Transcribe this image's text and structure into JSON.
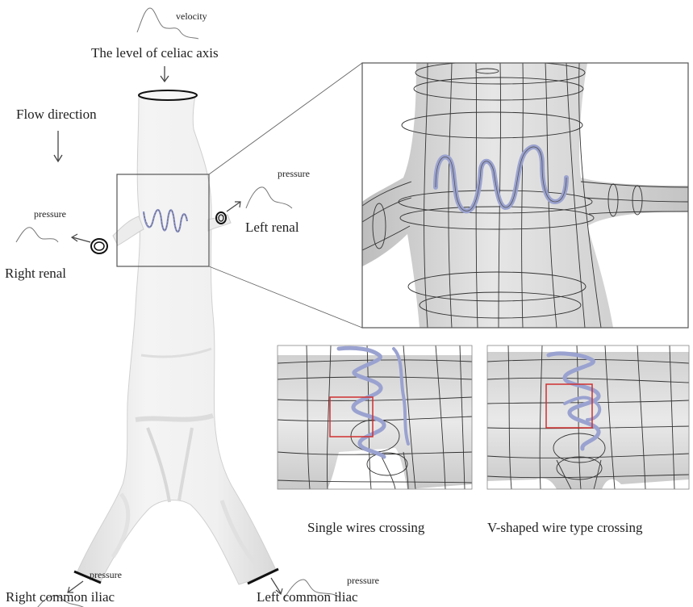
{
  "labels": {
    "velocity": "velocity",
    "celiac_level": "The level of celiac axis",
    "flow_direction": "Flow direction",
    "pressure_left_renal": "pressure",
    "left_renal": "Left renal",
    "pressure_right_renal": "pressure",
    "right_renal": "Right renal",
    "pressure_right_iliac": "pressure",
    "pressure_left_iliac": "pressure",
    "right_common_iliac": "Right common iliac",
    "left_common_iliac": "Left common iliac",
    "single_wires": "Single wires crossing",
    "v_shaped": "V-shaped wire type crossing"
  },
  "colors": {
    "vessel_fill": "#eeeeee",
    "vessel_shade": "#d4d4d4",
    "mesh_line": "#333333",
    "stent_wire": "#9aa2d0",
    "highlight_box": "#d03030"
  }
}
